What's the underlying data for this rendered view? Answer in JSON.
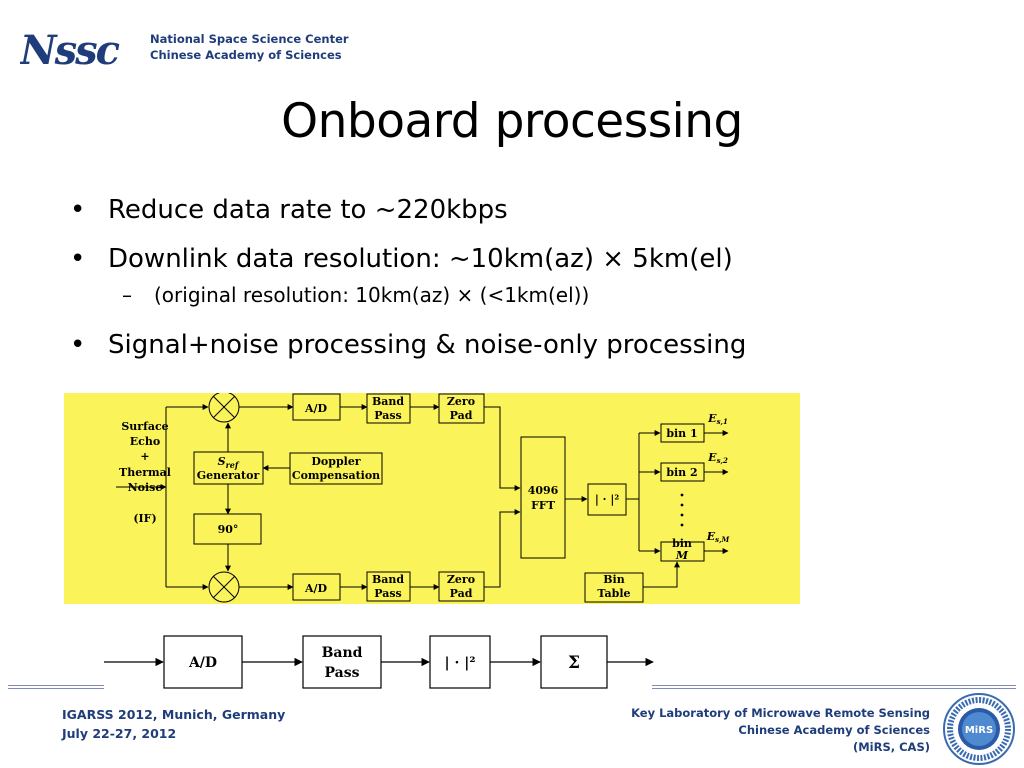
{
  "header": {
    "logo_text": "Nssc",
    "org_line1": "National Space Science Center",
    "org_line2": "Chinese Academy of Sciences"
  },
  "title": "Onboard processing",
  "bullets": [
    {
      "text": "Reduce data rate to ~220kbps",
      "level": 1
    },
    {
      "text": "Downlink data resolution: ~10km(az) × 5km(el)",
      "level": 1
    },
    {
      "text": "(original resolution: 10km(az) × (<1km(el))",
      "level": 2
    },
    {
      "text": "Signal+noise processing & noise-only processing",
      "level": 1
    }
  ],
  "diagram1": {
    "input_label": [
      "Surface",
      "Echo",
      "+",
      "Thermal",
      "Noise",
      "(IF)"
    ],
    "sref": "S",
    "sref_sub": "ref",
    "generator": "Generator",
    "doppler": [
      "Doppler",
      "Compensation"
    ],
    "phase": "90°",
    "ad_top": "A/D",
    "ad_bottom": "A/D",
    "bandpass_top": [
      "Band",
      "Pass"
    ],
    "bandpass_bottom": [
      "Band",
      "Pass"
    ],
    "zeropad_top": [
      "Zero",
      "Pad"
    ],
    "zeropad_bottom": [
      "Zero",
      "Pad"
    ],
    "fft": [
      "4096",
      "FFT"
    ],
    "abs_sq": "| · |²",
    "bin1": "bin 1",
    "bin2": "bin 2",
    "binM": [
      "bin",
      "M"
    ],
    "bin_table": [
      "Bin",
      "Table"
    ],
    "out1": "E",
    "out1_sub": "s,1",
    "out2": "E",
    "out2_sub": "s,2",
    "outM": "E",
    "outM_sub": "s,M",
    "colors": {
      "background": "#fbf35a",
      "lines": "#000000"
    }
  },
  "diagram2": {
    "ad": "A/D",
    "bandpass": [
      "Band",
      "Pass"
    ],
    "abs_sq": "| · |²",
    "sum": "Σ"
  },
  "footer": {
    "left_line1": "IGARSS 2012, Munich, Germany",
    "left_line2": "July 22-27, 2012",
    "right_line1": "Key Laboratory of Microwave Remote Sensing",
    "right_line2": "Chinese Academy of Sciences",
    "right_line3": "(MiRS, CAS)",
    "seal_text": "MiRS"
  },
  "colors": {
    "brand": "#1f3d7a",
    "rule": "#7a8db8"
  }
}
